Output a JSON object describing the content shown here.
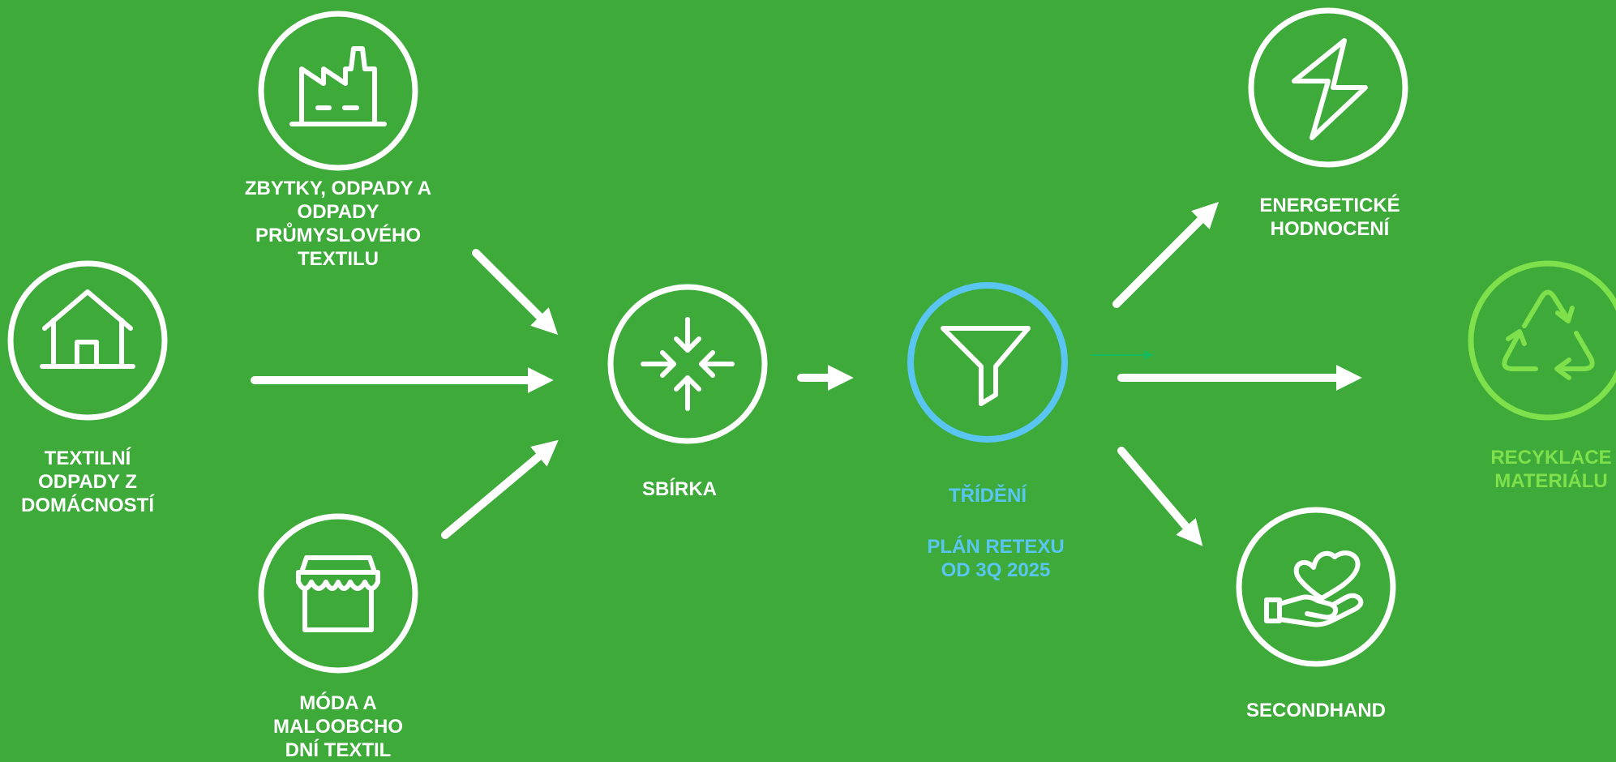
{
  "colors": {
    "background": "#3daa3a",
    "white": "#ffffff",
    "sorting_accent": "#5bc5f2",
    "recycling_accent": "#7ee04a",
    "small_arrow": "#16b85a"
  },
  "nodes": {
    "household": {
      "icon": "house-icon",
      "lines": [
        "TEXTILNÍ",
        "ODPADY Z",
        "DOMÁCNOSTÍ"
      ]
    },
    "industrial": {
      "icon": "factory-icon",
      "lines": [
        "ZBYTKY, ODPADY A",
        "ODPADY",
        "PRŮMYSLOVÉHO",
        "TEXTILU"
      ]
    },
    "retail": {
      "icon": "store-icon",
      "lines": [
        "MÓDA A",
        "MALOOBCHO",
        "DNÍ TEXTIL"
      ]
    },
    "collection": {
      "icon": "collapse-arrows-icon",
      "lines": [
        "SBÍRKA"
      ]
    },
    "sorting": {
      "icon": "funnel-icon",
      "lines": [
        "TŘÍDĚNÍ"
      ],
      "note_lines": [
        "PLÁN RETEXU",
        "OD 3Q 2025"
      ]
    },
    "energy": {
      "icon": "lightning-icon",
      "lines": [
        "ENERGETICKÉ",
        "HODNOCENÍ"
      ]
    },
    "recycling": {
      "icon": "recycle-icon",
      "lines": [
        "RECYKLACE",
        "MATERIÁLU"
      ]
    },
    "secondhand": {
      "icon": "heart-hand-icon",
      "lines": [
        "SECONDHAND"
      ]
    }
  }
}
